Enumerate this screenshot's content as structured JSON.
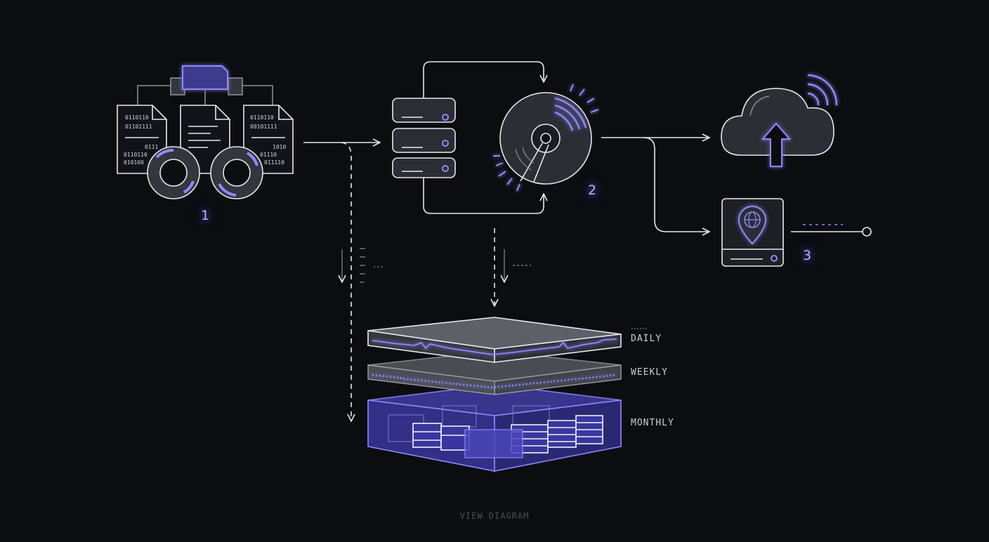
{
  "steps": [
    {
      "number": "1"
    },
    {
      "number": "2"
    },
    {
      "number": "3"
    }
  ],
  "tiers": {
    "daily": "DAILY",
    "weekly": "WEEKLY",
    "monthly": "MONTHLY"
  },
  "binary_text": {
    "doc_left": [
      "0110110",
      "01101111",
      "0111",
      "0110110",
      "010100"
    ],
    "doc_right": [
      "0110110",
      "00101111",
      "1010",
      "01110",
      "011110"
    ]
  },
  "footer": {
    "label": "VIEW DIAGRAM"
  },
  "colors": {
    "background": "#0b0d10",
    "line": "#e6e8ec",
    "accent": "#6f64ff",
    "accent_light": "#a8a2ff",
    "fill_dark": "#33363d",
    "muted": "#4a4f57"
  }
}
